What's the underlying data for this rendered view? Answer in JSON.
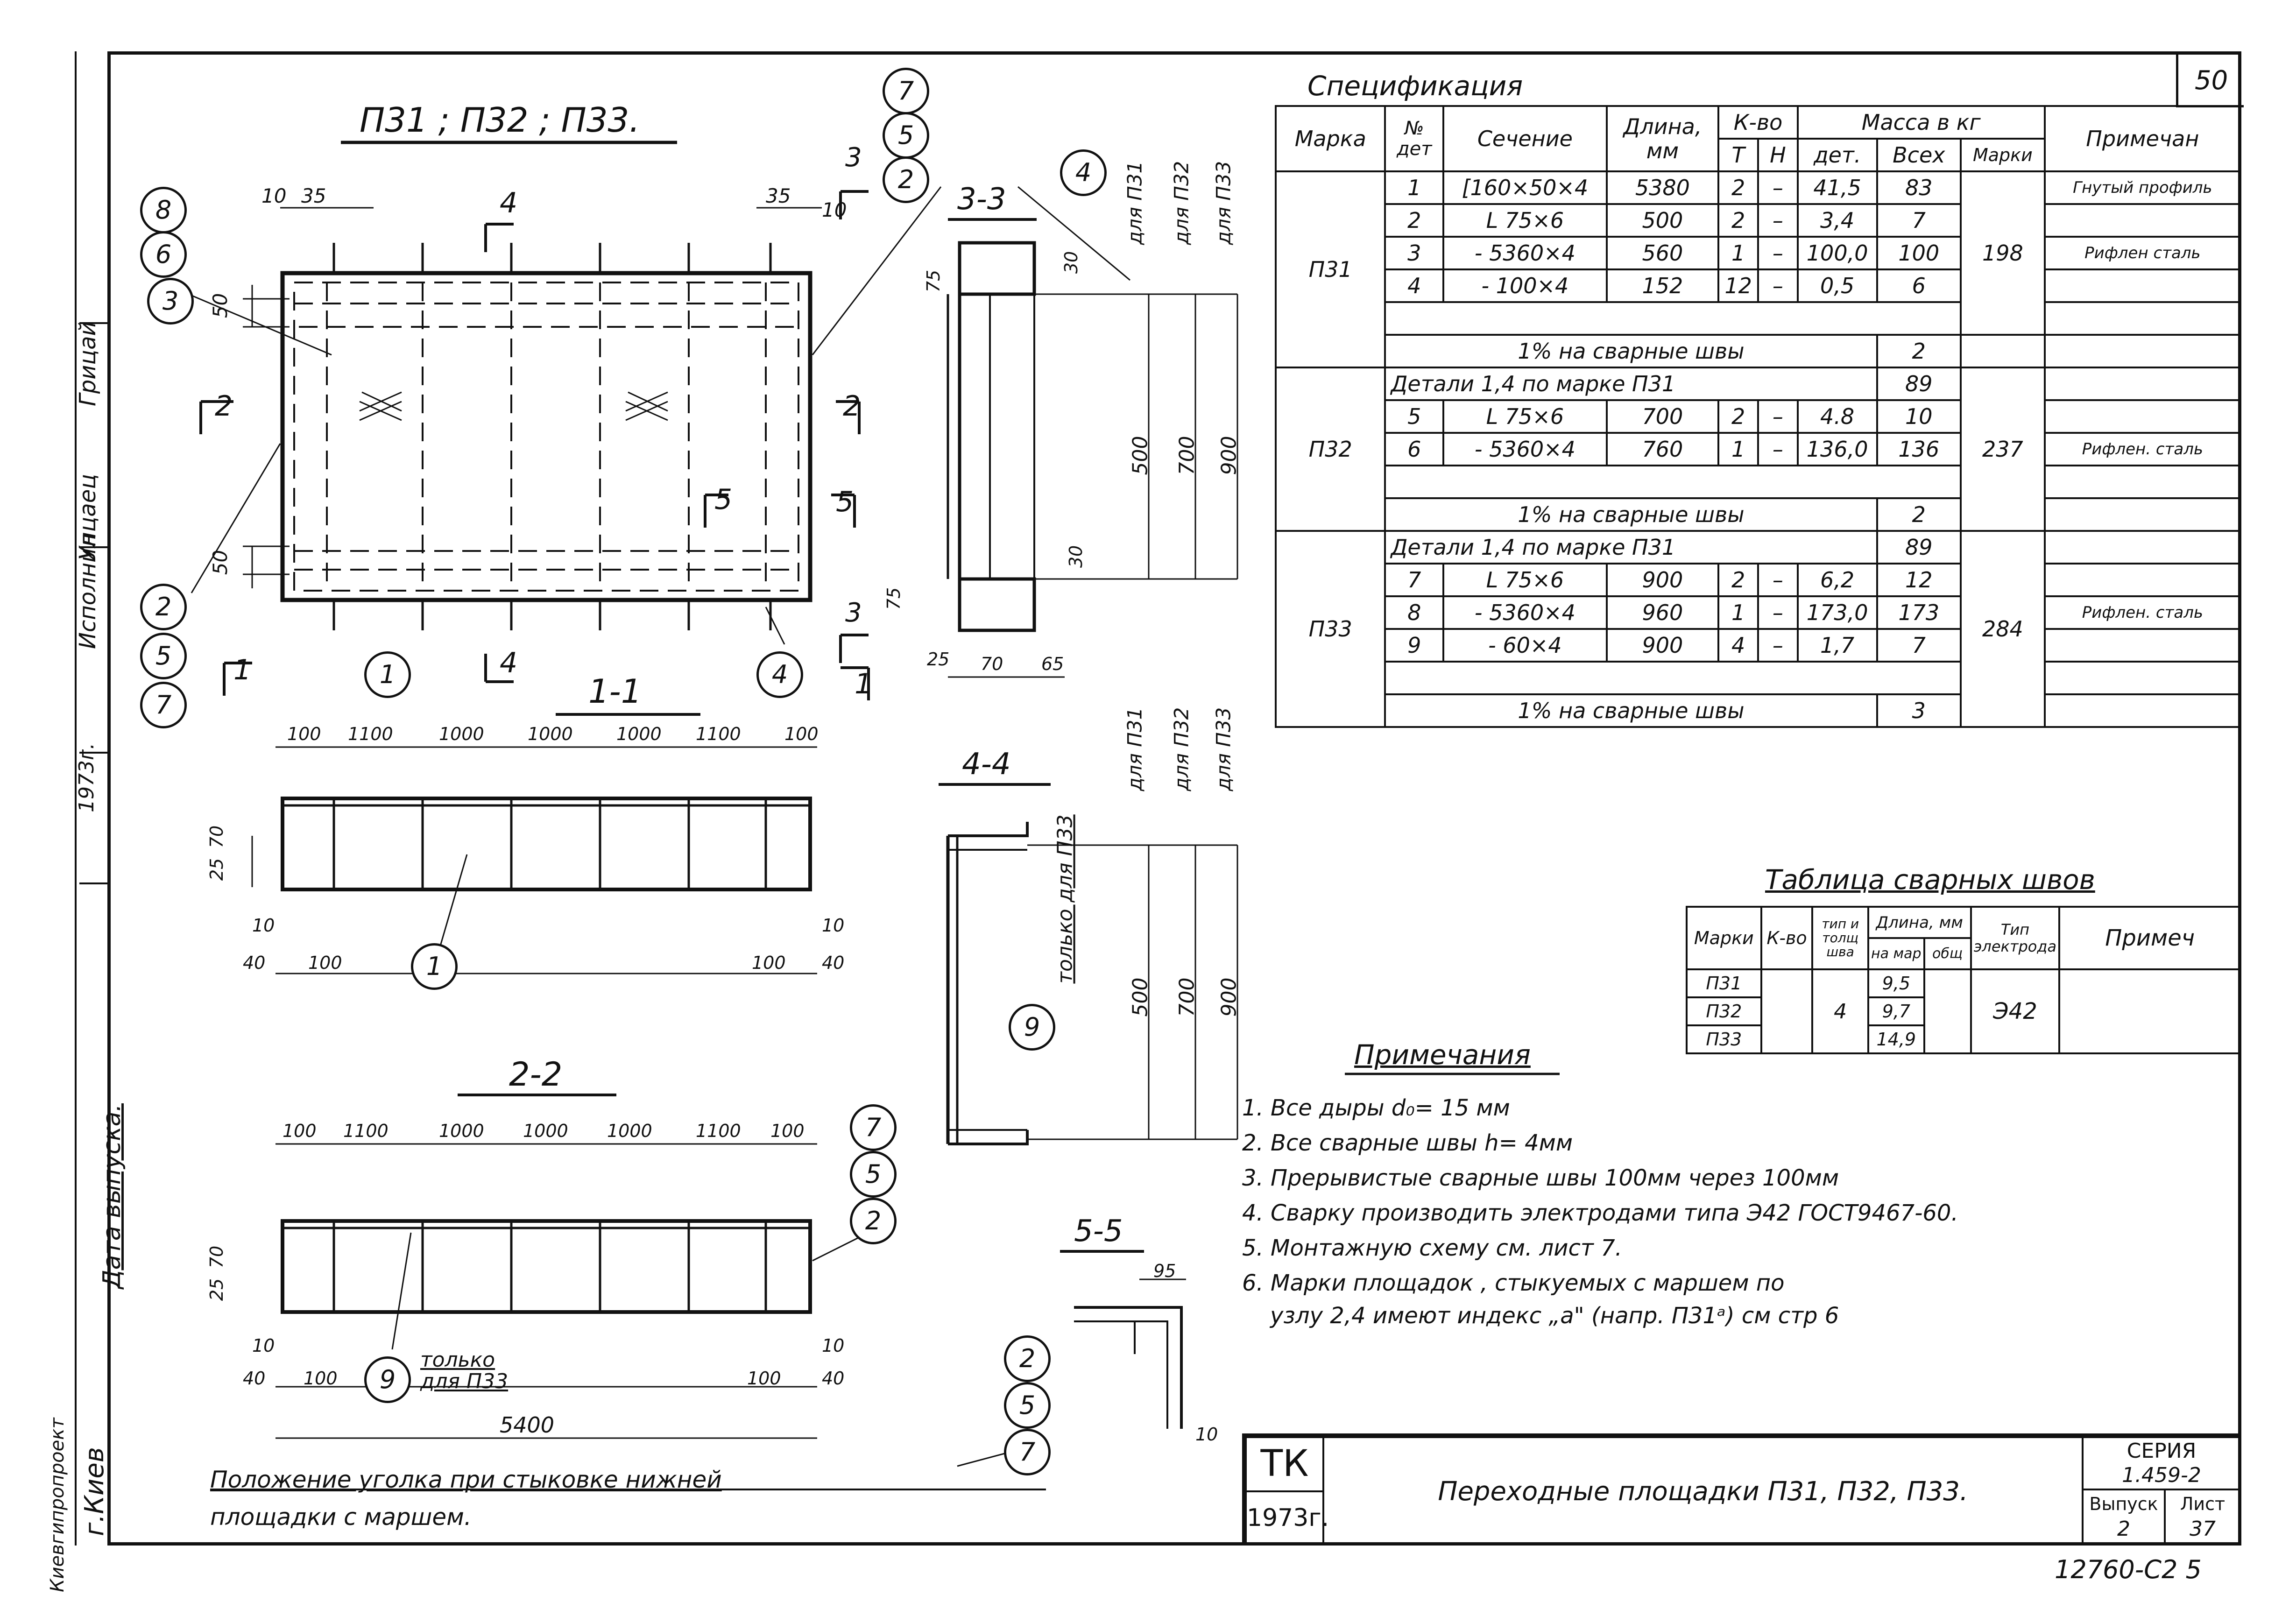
{
  "sheet_number": "50",
  "title_main": "П31 ; П32 ; П33.",
  "specification": {
    "title": "Спецификация",
    "headers": {
      "marka": "Марка",
      "det_no": "№ дет",
      "section": "Сечение",
      "length": "Длина, мм",
      "qty": "К-во",
      "qty_t": "Т",
      "qty_n": "Н",
      "mass": "Масса в кг",
      "mass_det": "дет.",
      "mass_all": "Всех",
      "mass_marki": "Марки",
      "note": "Примечан"
    },
    "groups": [
      {
        "marka": "П31",
        "mass_marki": "198",
        "rows": [
          {
            "det": "1",
            "section": "[160×50×4",
            "length": "5380",
            "t": "2",
            "n": "–",
            "mass_det": "41,5",
            "mass_all": "83",
            "note": "Гнутый профиль"
          },
          {
            "det": "2",
            "section": "L 75×6",
            "length": "500",
            "t": "2",
            "n": "–",
            "mass_det": "3,4",
            "mass_all": "7",
            "note": ""
          },
          {
            "det": "3",
            "section": "- 5360×4",
            "length": "560",
            "t": "1",
            "n": "–",
            "mass_det": "100,0",
            "mass_all": "100",
            "note": "Рифлен сталь"
          },
          {
            "det": "4",
            "section": "- 100×4",
            "length": "152",
            "t": "12",
            "n": "–",
            "mass_det": "0,5",
            "mass_all": "6",
            "note": ""
          }
        ],
        "weld_line": "1% на сварные швы",
        "weld_mass": "2"
      },
      {
        "marka": "П32",
        "mass_marki": "237",
        "details_line": "Детали 1,4 по марке П31",
        "details_mass": "89",
        "rows": [
          {
            "det": "5",
            "section": "L 75×6",
            "length": "700",
            "t": "2",
            "n": "–",
            "mass_det": "4.8",
            "mass_all": "10",
            "note": ""
          },
          {
            "det": "6",
            "section": "- 5360×4",
            "length": "760",
            "t": "1",
            "n": "–",
            "mass_det": "136,0",
            "mass_all": "136",
            "note": "Рифлен. сталь"
          }
        ],
        "weld_line": "1% на сварные швы",
        "weld_mass": "2"
      },
      {
        "marka": "П33",
        "mass_marki": "284",
        "details_line": "Детали 1,4 по марке П31",
        "details_mass": "89",
        "rows": [
          {
            "det": "7",
            "section": "L 75×6",
            "length": "900",
            "t": "2",
            "n": "–",
            "mass_det": "6,2",
            "mass_all": "12",
            "note": ""
          },
          {
            "det": "8",
            "section": "- 5360×4",
            "length": "960",
            "t": "1",
            "n": "–",
            "mass_det": "173,0",
            "mass_all": "173",
            "note": "Рифлен. сталь"
          },
          {
            "det": "9",
            "section": "- 60×4",
            "length": "900",
            "t": "4",
            "n": "–",
            "mass_det": "1,7",
            "mass_all": "7",
            "note": ""
          }
        ],
        "weld_line": "1% на сварные швы",
        "weld_mass": "3"
      }
    ]
  },
  "weld_table": {
    "title": "Таблица сварных швов",
    "headers": {
      "marki": "Марки",
      "qty": "К-во",
      "type": "тип и толщ шва",
      "length": "Длина, мм",
      "length_na": "на мар",
      "length_total": "общ",
      "electrode": "Тип электрода",
      "note": "Примеч"
    },
    "rows": [
      {
        "marka": "П31",
        "length": "9,5"
      },
      {
        "marka": "П32",
        "length": "9,7"
      },
      {
        "marka": "П33",
        "length": "14,9"
      }
    ],
    "weld_symbol": "4",
    "electrode": "Э42"
  },
  "notes": {
    "title": "Примечания",
    "items": [
      "1. Все дыры d₀= 15 мм",
      "2. Все сварные швы h= 4мм",
      "3. Прерывистые сварные швы 100мм через 100мм",
      "4. Сварку производить электродами типа Э42 ГОСТ9467-60.",
      "5. Монтажную схему см. лист 7.",
      "6. Марки площадок , стыкуемых с маршем по",
      "узлу 2,4 имеют индекс „а\" (напр. П31ᵃ) см стр 6"
    ]
  },
  "views": {
    "section_1_1": "1-1",
    "section_2_2": "2-2",
    "section_3_3": "3-3",
    "section_4_4": "4-4",
    "section_5_5": "5-5",
    "plan_dims_top": [
      "10",
      "35",
      "35",
      "10"
    ],
    "section_dims": [
      "100",
      "1100",
      "1000",
      "1000",
      "1000",
      "1100",
      "100"
    ],
    "total_length": "5400",
    "small_dims": [
      "10",
      "40",
      "100",
      "100",
      "40",
      "10"
    ],
    "height_dims": [
      "25",
      "70"
    ],
    "dims_3_3": [
      "500",
      "700",
      "900"
    ],
    "dims_3_3_labels": [
      "для П31",
      "для П32",
      "для П33"
    ],
    "dims_3_3_bottom": [
      "25",
      "70",
      "65"
    ],
    "dims_3_3_side": [
      "75",
      "30",
      "75",
      "30"
    ],
    "dim_50": "50",
    "dim_95": "95",
    "only_p33_1": "только для П33",
    "only_p33_2": "только для П33",
    "angle_note_line1": "Положение уголка при стыковке нижней",
    "angle_note_line2": "площадки с маршем."
  },
  "side_strip": {
    "made_by": "Исполнил",
    "signer1": "Унцаец",
    "signer2": "Грицай",
    "year": "1973г.",
    "release_date": "Дата выпуска:",
    "org": "г.Киев",
    "org_full": "Киевгипропроект"
  },
  "title_block": {
    "tk": "ТК",
    "year": "1973г.",
    "title": "Переходные площадки П31, П32, П33.",
    "series_label": "СЕРИЯ",
    "series": "1.459-2",
    "issue_label": "Выпуск",
    "issue": "2",
    "sheet_label": "Лист",
    "sheet": "37"
  },
  "bottom_stamp": "12760-С2 5"
}
